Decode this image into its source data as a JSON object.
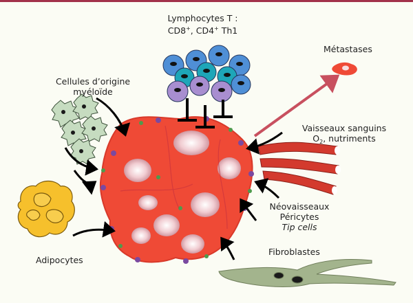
{
  "labels": {
    "lymphocytes_line1": "Lymphocytes T :",
    "lymphocytes_line2_cd8": "CD8",
    "lymphocytes_line2_sup1": "+",
    "lymphocytes_line2_cd4": ", CD4",
    "lymphocytes_line2_sup2": "+",
    "lymphocytes_line2_th1": " Th1",
    "metastases": "Métastases",
    "myeloid_line1": "Cellules d’origine",
    "myeloid_line2": "myéloïde",
    "vessels_line1": "Vaisseaux sanguins",
    "vessels_o": "O",
    "vessels_sub": "2",
    "vessels_rest": ", nutriments",
    "neo_line1": "Néovaisseaux",
    "neo_line2": "Péricytes",
    "neo_line3": "Tip cells",
    "adipocytes": "Adipocytes",
    "fibroblasts": "Fibroblastes"
  },
  "colors": {
    "frame_top": "#a2324a",
    "tumor": "#ef4a36",
    "tumor_center": "#f5d8dc",
    "t_cell_blue": "#4f8fd6",
    "t_cell_teal": "#1ea6b8",
    "t_cell_purple": "#a88ed0",
    "adipocyte": "#f6c02c",
    "myeloid": "#c6dcc0",
    "fibroblast": "#a3b48d",
    "vessel": "#d33a2e",
    "metastasis_arrow": "#c8505f"
  }
}
